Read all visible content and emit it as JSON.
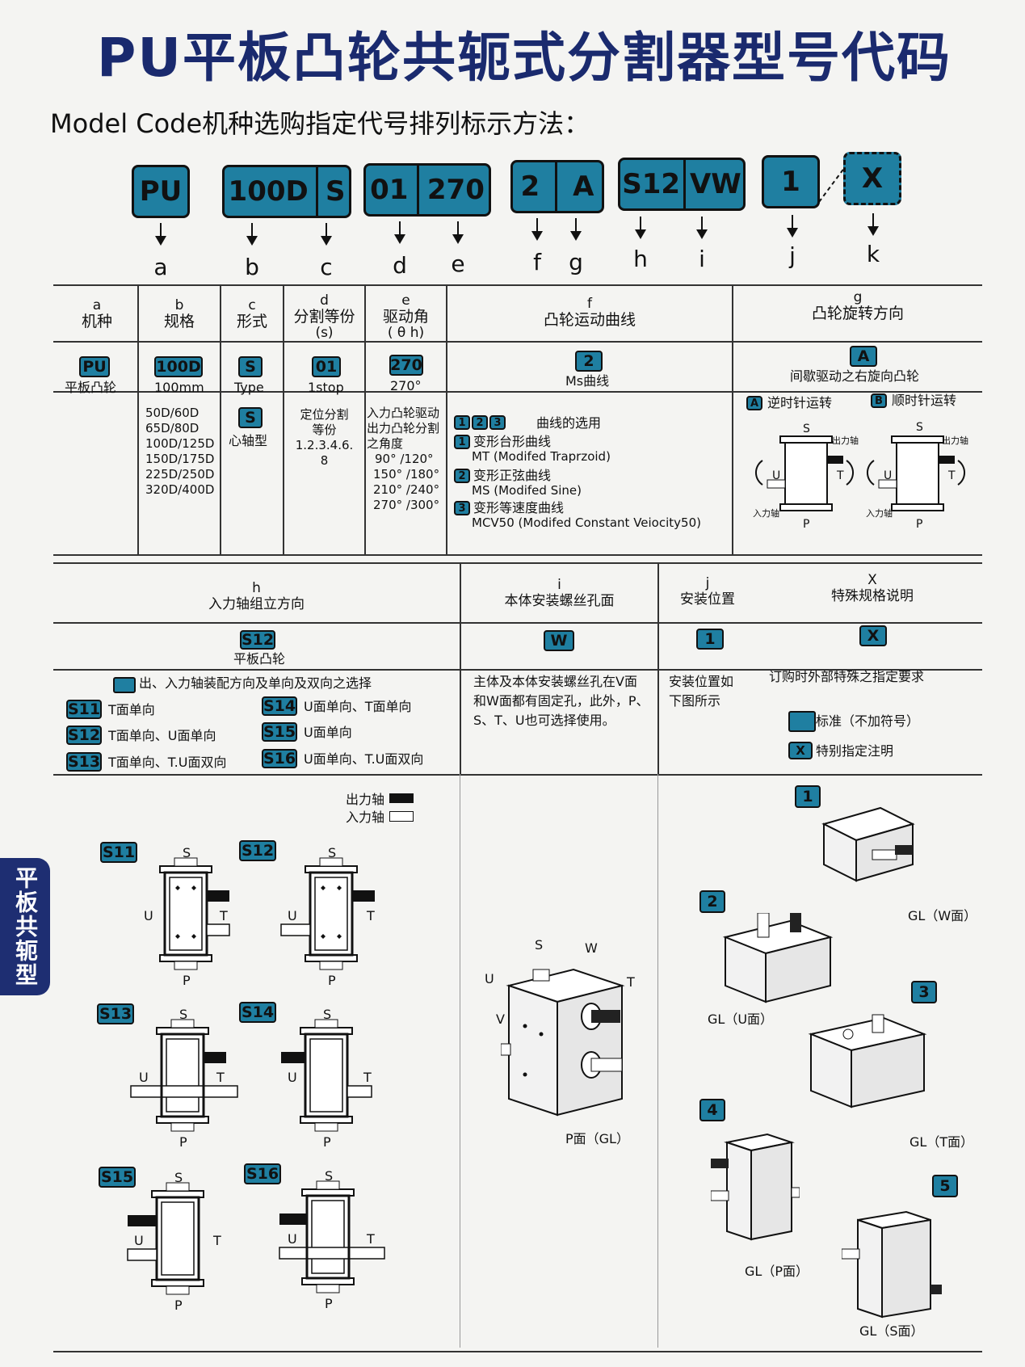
{
  "title": "PU平板凸轮共轭式分割器型号代码",
  "subtitle": "Model Code机种选购指定代号排列标示方法：",
  "code_boxes": [
    "PU",
    "100D",
    "S",
    "01",
    "270",
    "2",
    "A",
    "S12",
    "VW",
    "1",
    "X"
  ],
  "letters": [
    "a",
    "b",
    "c",
    "d",
    "e",
    "f",
    "g",
    "h",
    "i",
    "j",
    "k"
  ],
  "table1": {
    "a": {
      "key": "a",
      "name": "机种",
      "badge": "PU",
      "value": "平板凸轮"
    },
    "b": {
      "key": "b",
      "name": "规格",
      "badge": "100D",
      "value": "100mm",
      "list": [
        "50D/60D",
        "65D/80D",
        "100D/125D",
        "150D/175D",
        "225D/250D",
        "320D/400D"
      ]
    },
    "c": {
      "key": "c",
      "name": "形式",
      "badge": "S",
      "value": "Type",
      "badge2": "S",
      "value2": "心轴型"
    },
    "d": {
      "key": "d",
      "name": "分割等份",
      "name2": "(s)",
      "badge": "01",
      "value": "1stop",
      "desc": [
        "定位分割",
        "等份",
        "1.2.3.4.6.",
        "8"
      ]
    },
    "e": {
      "key": "e",
      "name": "驱动角",
      "name2": "( θ h)",
      "badge": "270",
      "value": "270°",
      "desc": [
        "入力凸轮驱动",
        "出力凸轮分割",
        "之角度",
        "90°  /120°",
        "150°  /180°",
        "210°  /240°",
        "270°  /300°"
      ]
    },
    "f": {
      "key": "f",
      "name": "凸轮运动曲线",
      "badge": "2",
      "value": "Ms曲线",
      "nums": [
        "1",
        "2",
        "3"
      ],
      "choose": "曲线的选用",
      "curves": [
        {
          "n": "1",
          "cn": "变形台形曲线",
          "en": "MT (Modifed Traprzoid)"
        },
        {
          "n": "2",
          "cn": "变形正弦曲线",
          "en": "MS (Modifed Sine)"
        },
        {
          "n": "3",
          "cn": "变形等速度曲线",
          "en": "MCV50 (Modifed    Constant    Veiocity50)"
        }
      ]
    },
    "g": {
      "key": "g",
      "name": "凸轮旋转方向",
      "badge": "A",
      "value": "间歇驱动之右旋向凸轮",
      "opt_a_badge": "A",
      "opt_a": "逆时针运转",
      "opt_b_badge": "B",
      "opt_b": "顺时针运转",
      "lbl_s": "S",
      "lbl_p": "P",
      "lbl_u": "U",
      "lbl_t": "T",
      "lbl_out": "出力轴",
      "lbl_in": "入力轴"
    }
  },
  "table2": {
    "h": {
      "key": "h",
      "name": "入力轴组立方向",
      "badge": "S12",
      "value": "平板凸轮",
      "note": "出、入力轴装配方向及单向及双向之选择",
      "options": [
        {
          "code": "S11",
          "text": "T面单向"
        },
        {
          "code": "S12",
          "text": "T面单向、U面单向"
        },
        {
          "code": "S13",
          "text": "T面单向、T.U面双向"
        },
        {
          "code": "S14",
          "text": "U面单向、T面单向"
        },
        {
          "code": "S15",
          "text": "U面单向"
        },
        {
          "code": "S16",
          "text": "U面单向、T.U面双向"
        }
      ]
    },
    "i": {
      "key": "i",
      "name": "本体安装螺丝孔面",
      "badge": "W",
      "desc": [
        "主体及本体安装螺丝孔在V面",
        "和W面都有固定孔，此外，P、",
        "S、T、U也可选择使用。"
      ]
    },
    "j": {
      "key": "j",
      "name": "安装位置",
      "badge": "1",
      "desc": [
        "安装位置如",
        "下图所示"
      ]
    },
    "x": {
      "key": "X",
      "name": "特殊规格说明",
      "badge": "X",
      "desc": "订购时外部特殊之指定要求",
      "std": "标准（不加符号）",
      "spec_badge": "X",
      "spec": "特别指定注明"
    }
  },
  "legend": {
    "out": "出力轴",
    "in": "入力轴"
  },
  "diagrams": [
    "S11",
    "S12",
    "S13",
    "S14",
    "S15",
    "S16"
  ],
  "face_labels": {
    "s": "S",
    "p": "P",
    "u": "U",
    "t": "T",
    "v": "V",
    "w": "W"
  },
  "center_caption": "P面（GL）",
  "positions": [
    {
      "n": "1",
      "caption": "GL（W面）"
    },
    {
      "n": "2",
      "caption": "GL（U面）"
    },
    {
      "n": "3",
      "caption": "GL（T面）"
    },
    {
      "n": "4",
      "caption": "GL（P面）"
    },
    {
      "n": "5",
      "caption": "GL（S面）"
    }
  ],
  "side_tab": "平板共轭型",
  "colors": {
    "accent": "#1f7fa1",
    "title": "#1a2a6e",
    "tab": "#1e2e72"
  }
}
